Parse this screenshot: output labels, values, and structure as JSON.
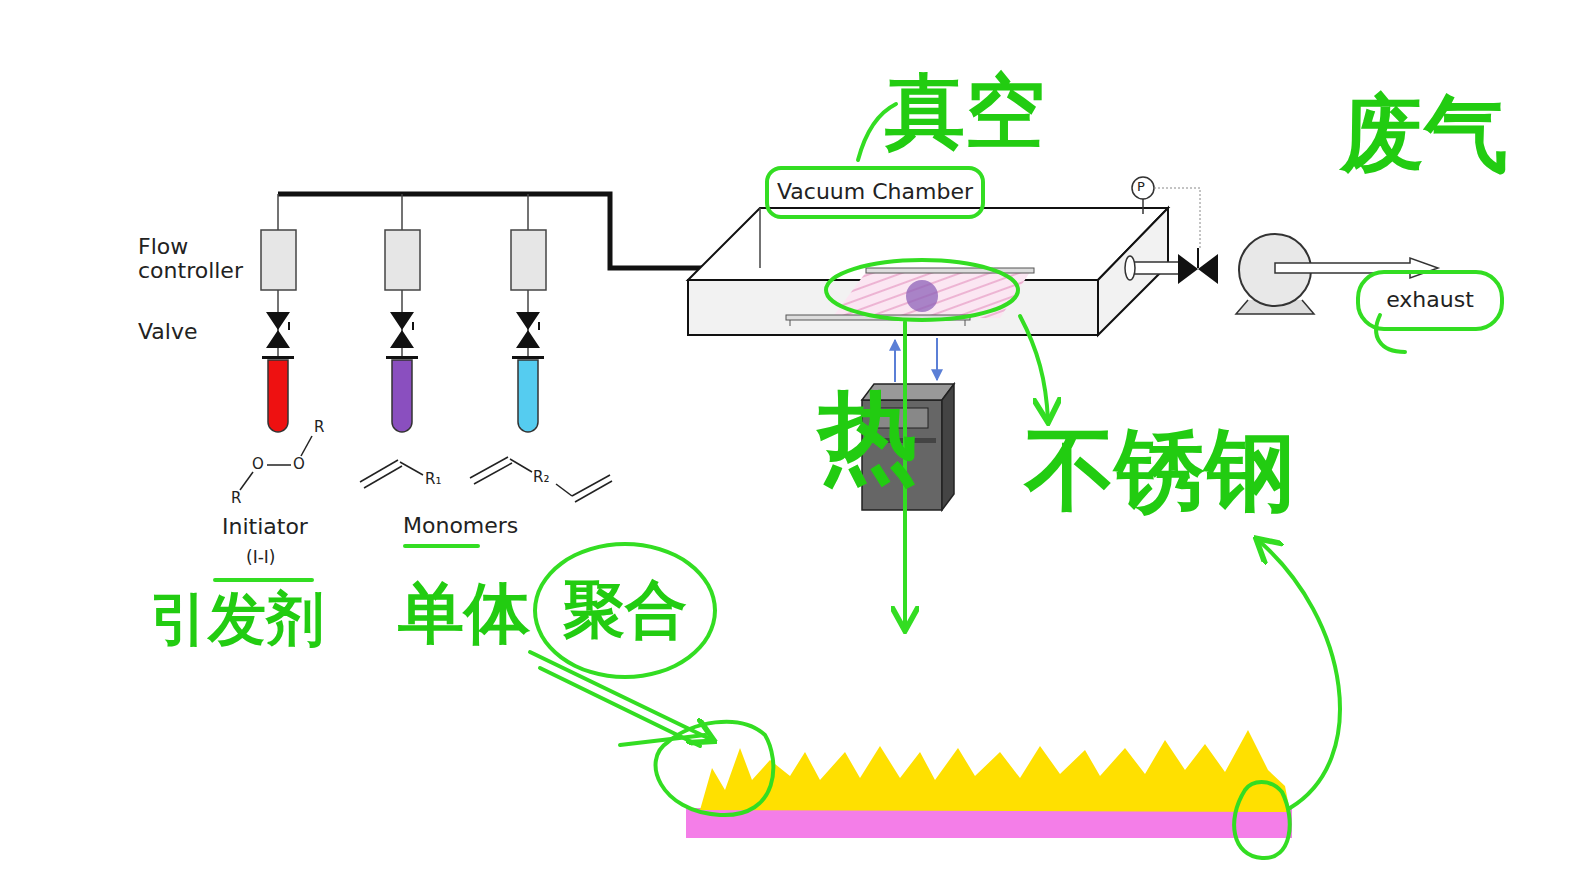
{
  "diagram": {
    "nodes": [
      {
        "text": [
          "Vacuum Chamber"
        ]
      },
      {
        "text": [
          "exhaust"
        ]
      },
      {
        "text": [
          "聚合"
        ]
      }
    ],
    "labels": [
      "真空",
      "P",
      "废气",
      "Flow controller",
      "Valve",
      "R",
      "O",
      "O",
      "R",
      "R₁",
      "R₂",
      "Initiator",
      "(I-I)",
      "Monomers",
      "热",
      "不锈钢",
      "引发剂",
      "单体"
    ]
  }
}
